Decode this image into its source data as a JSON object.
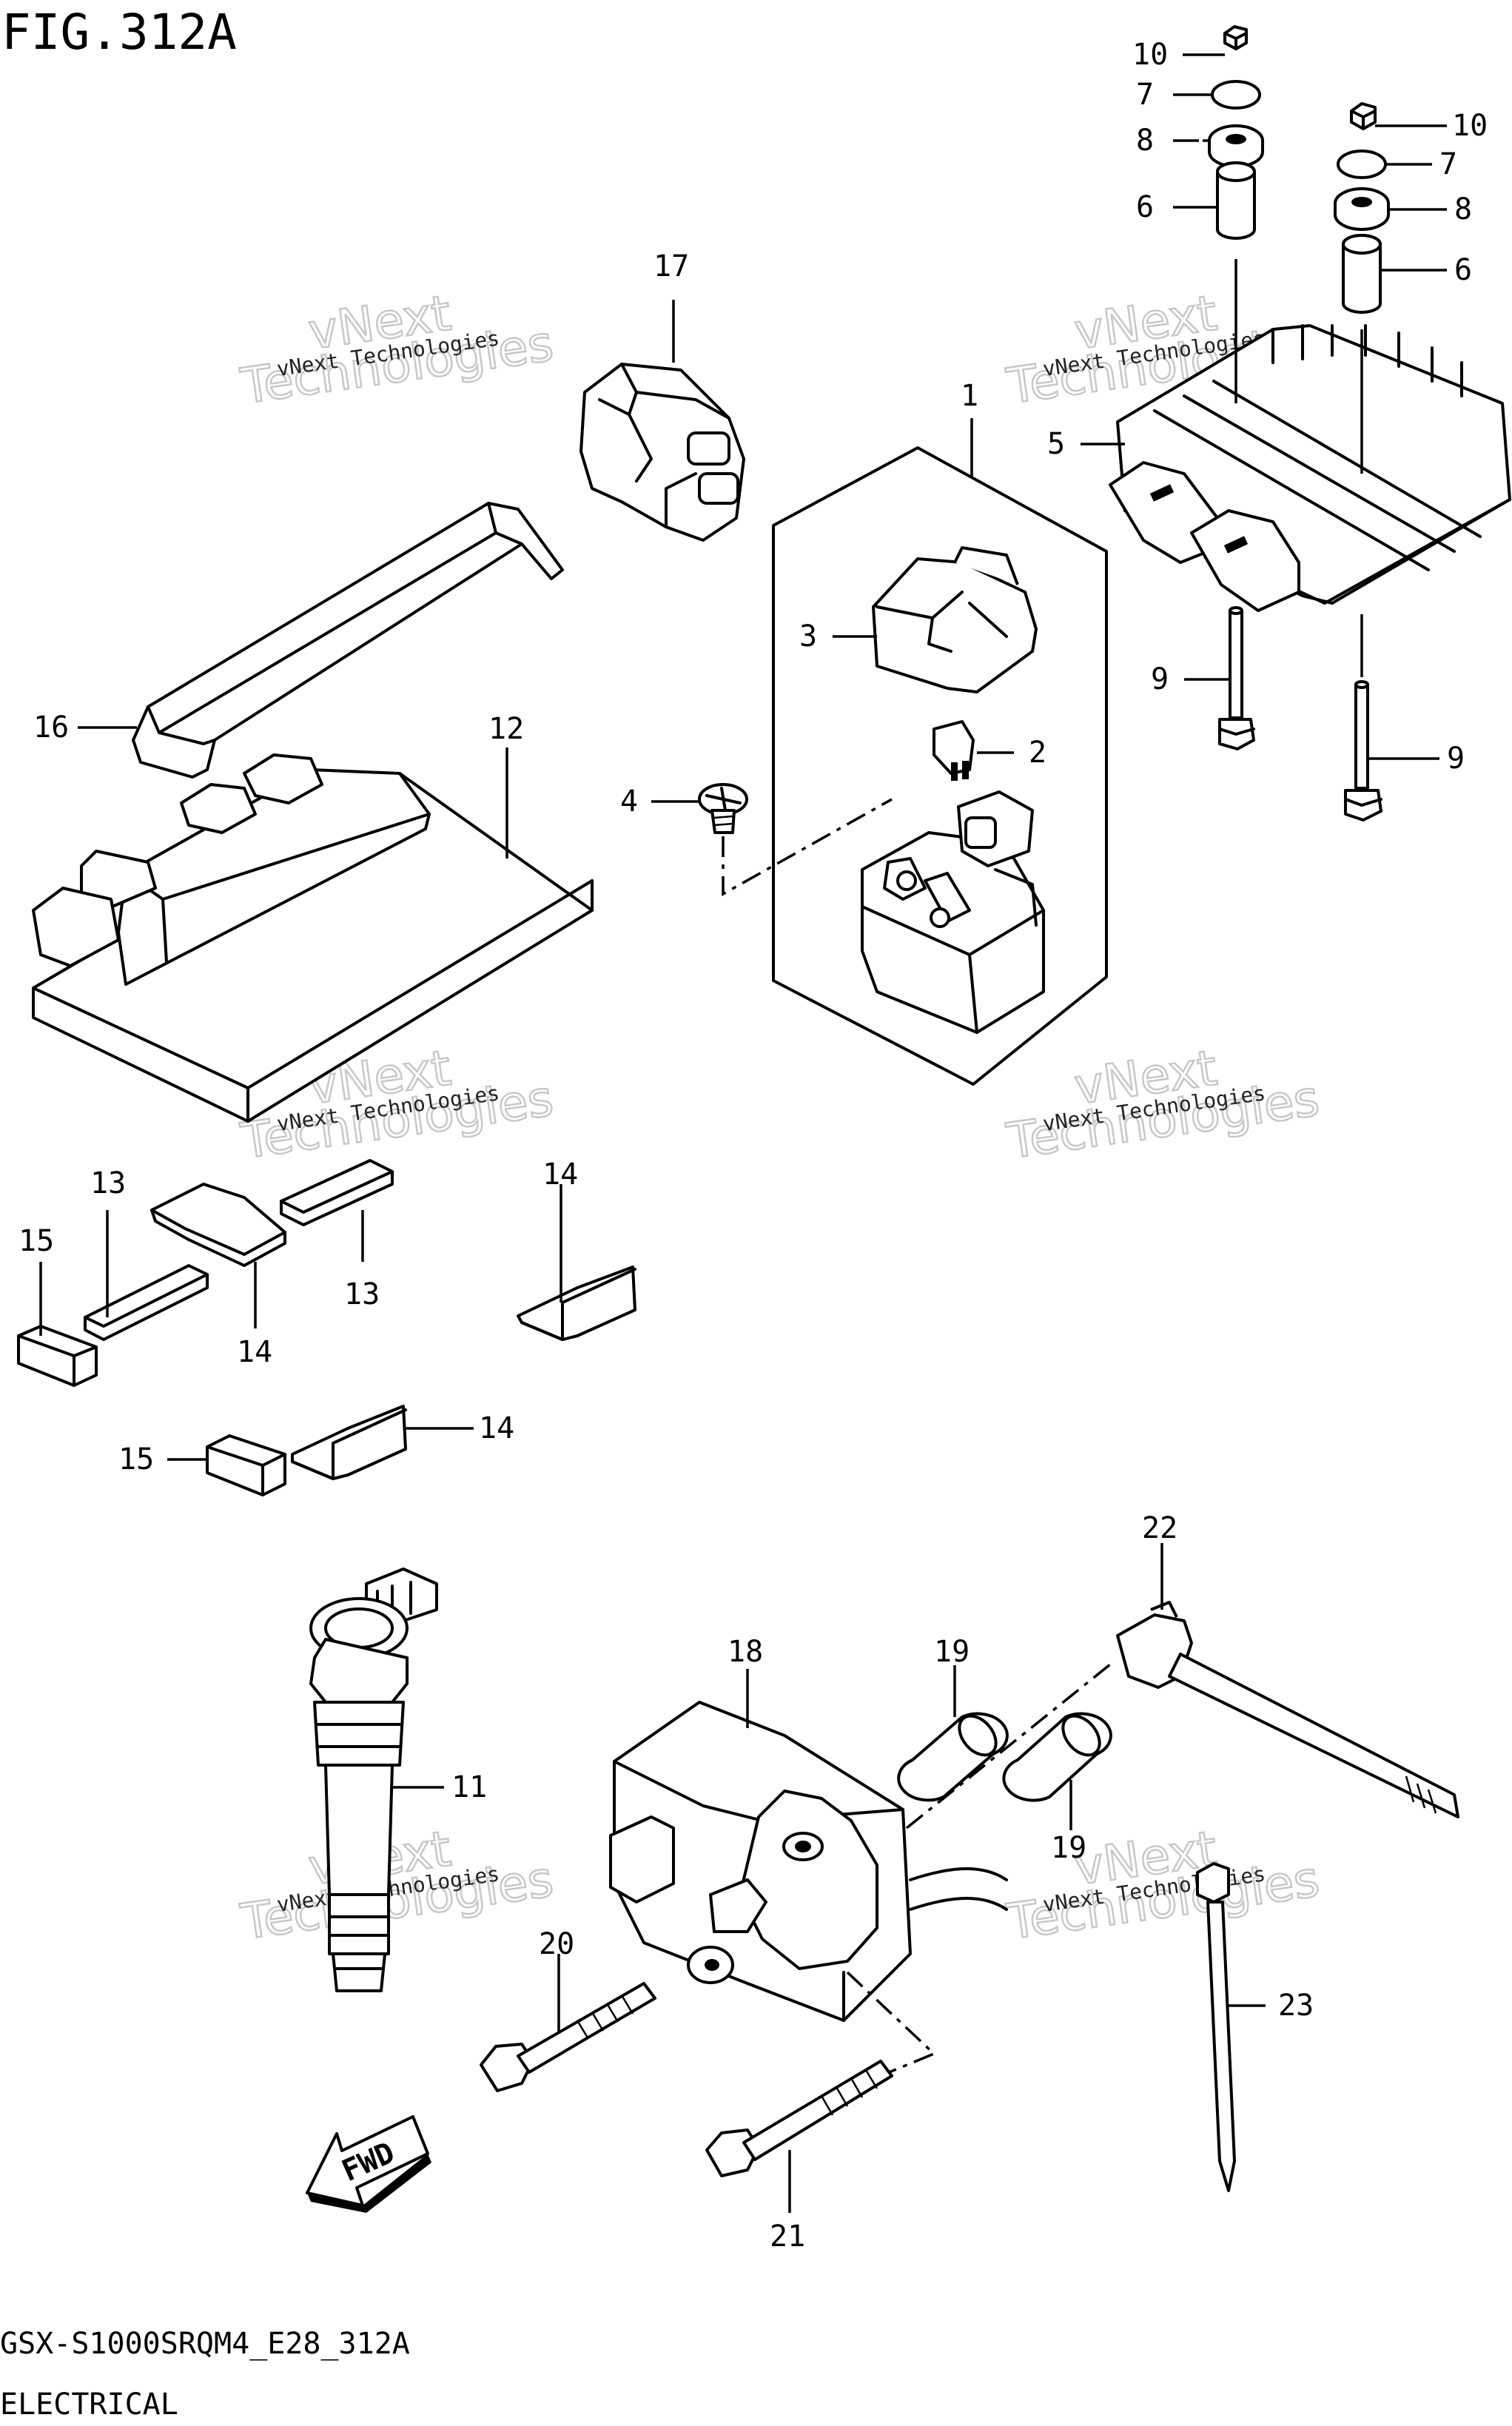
{
  "figure": {
    "title": "FIG.312A"
  },
  "footer": {
    "model_code": "GSX-S1000SRQM4_E28_312A",
    "section": "ELECTRICAL"
  },
  "watermark": {
    "line1": "vNext Technologies",
    "line2": "Technologies",
    "line3": "vNext"
  },
  "fwd_label": "FWD",
  "callouts": {
    "c1": "1",
    "c2": "2",
    "c3": "3",
    "c4": "4",
    "c5": "5",
    "c6a": "6",
    "c6b": "6",
    "c7a": "7",
    "c7b": "7",
    "c8a": "8",
    "c8b": "8",
    "c9a": "9",
    "c9b": "9",
    "c10a": "10",
    "c10b": "10",
    "c11": "11",
    "c12": "12",
    "c13a": "13",
    "c13b": "13",
    "c14a": "14",
    "c14b": "14",
    "c14c": "14",
    "c15a": "15",
    "c15b": "15",
    "c16": "16",
    "c17": "17",
    "c18": "18",
    "c19a": "19",
    "c19b": "19",
    "c20": "20",
    "c21": "21",
    "c22": "22",
    "c23": "23"
  }
}
